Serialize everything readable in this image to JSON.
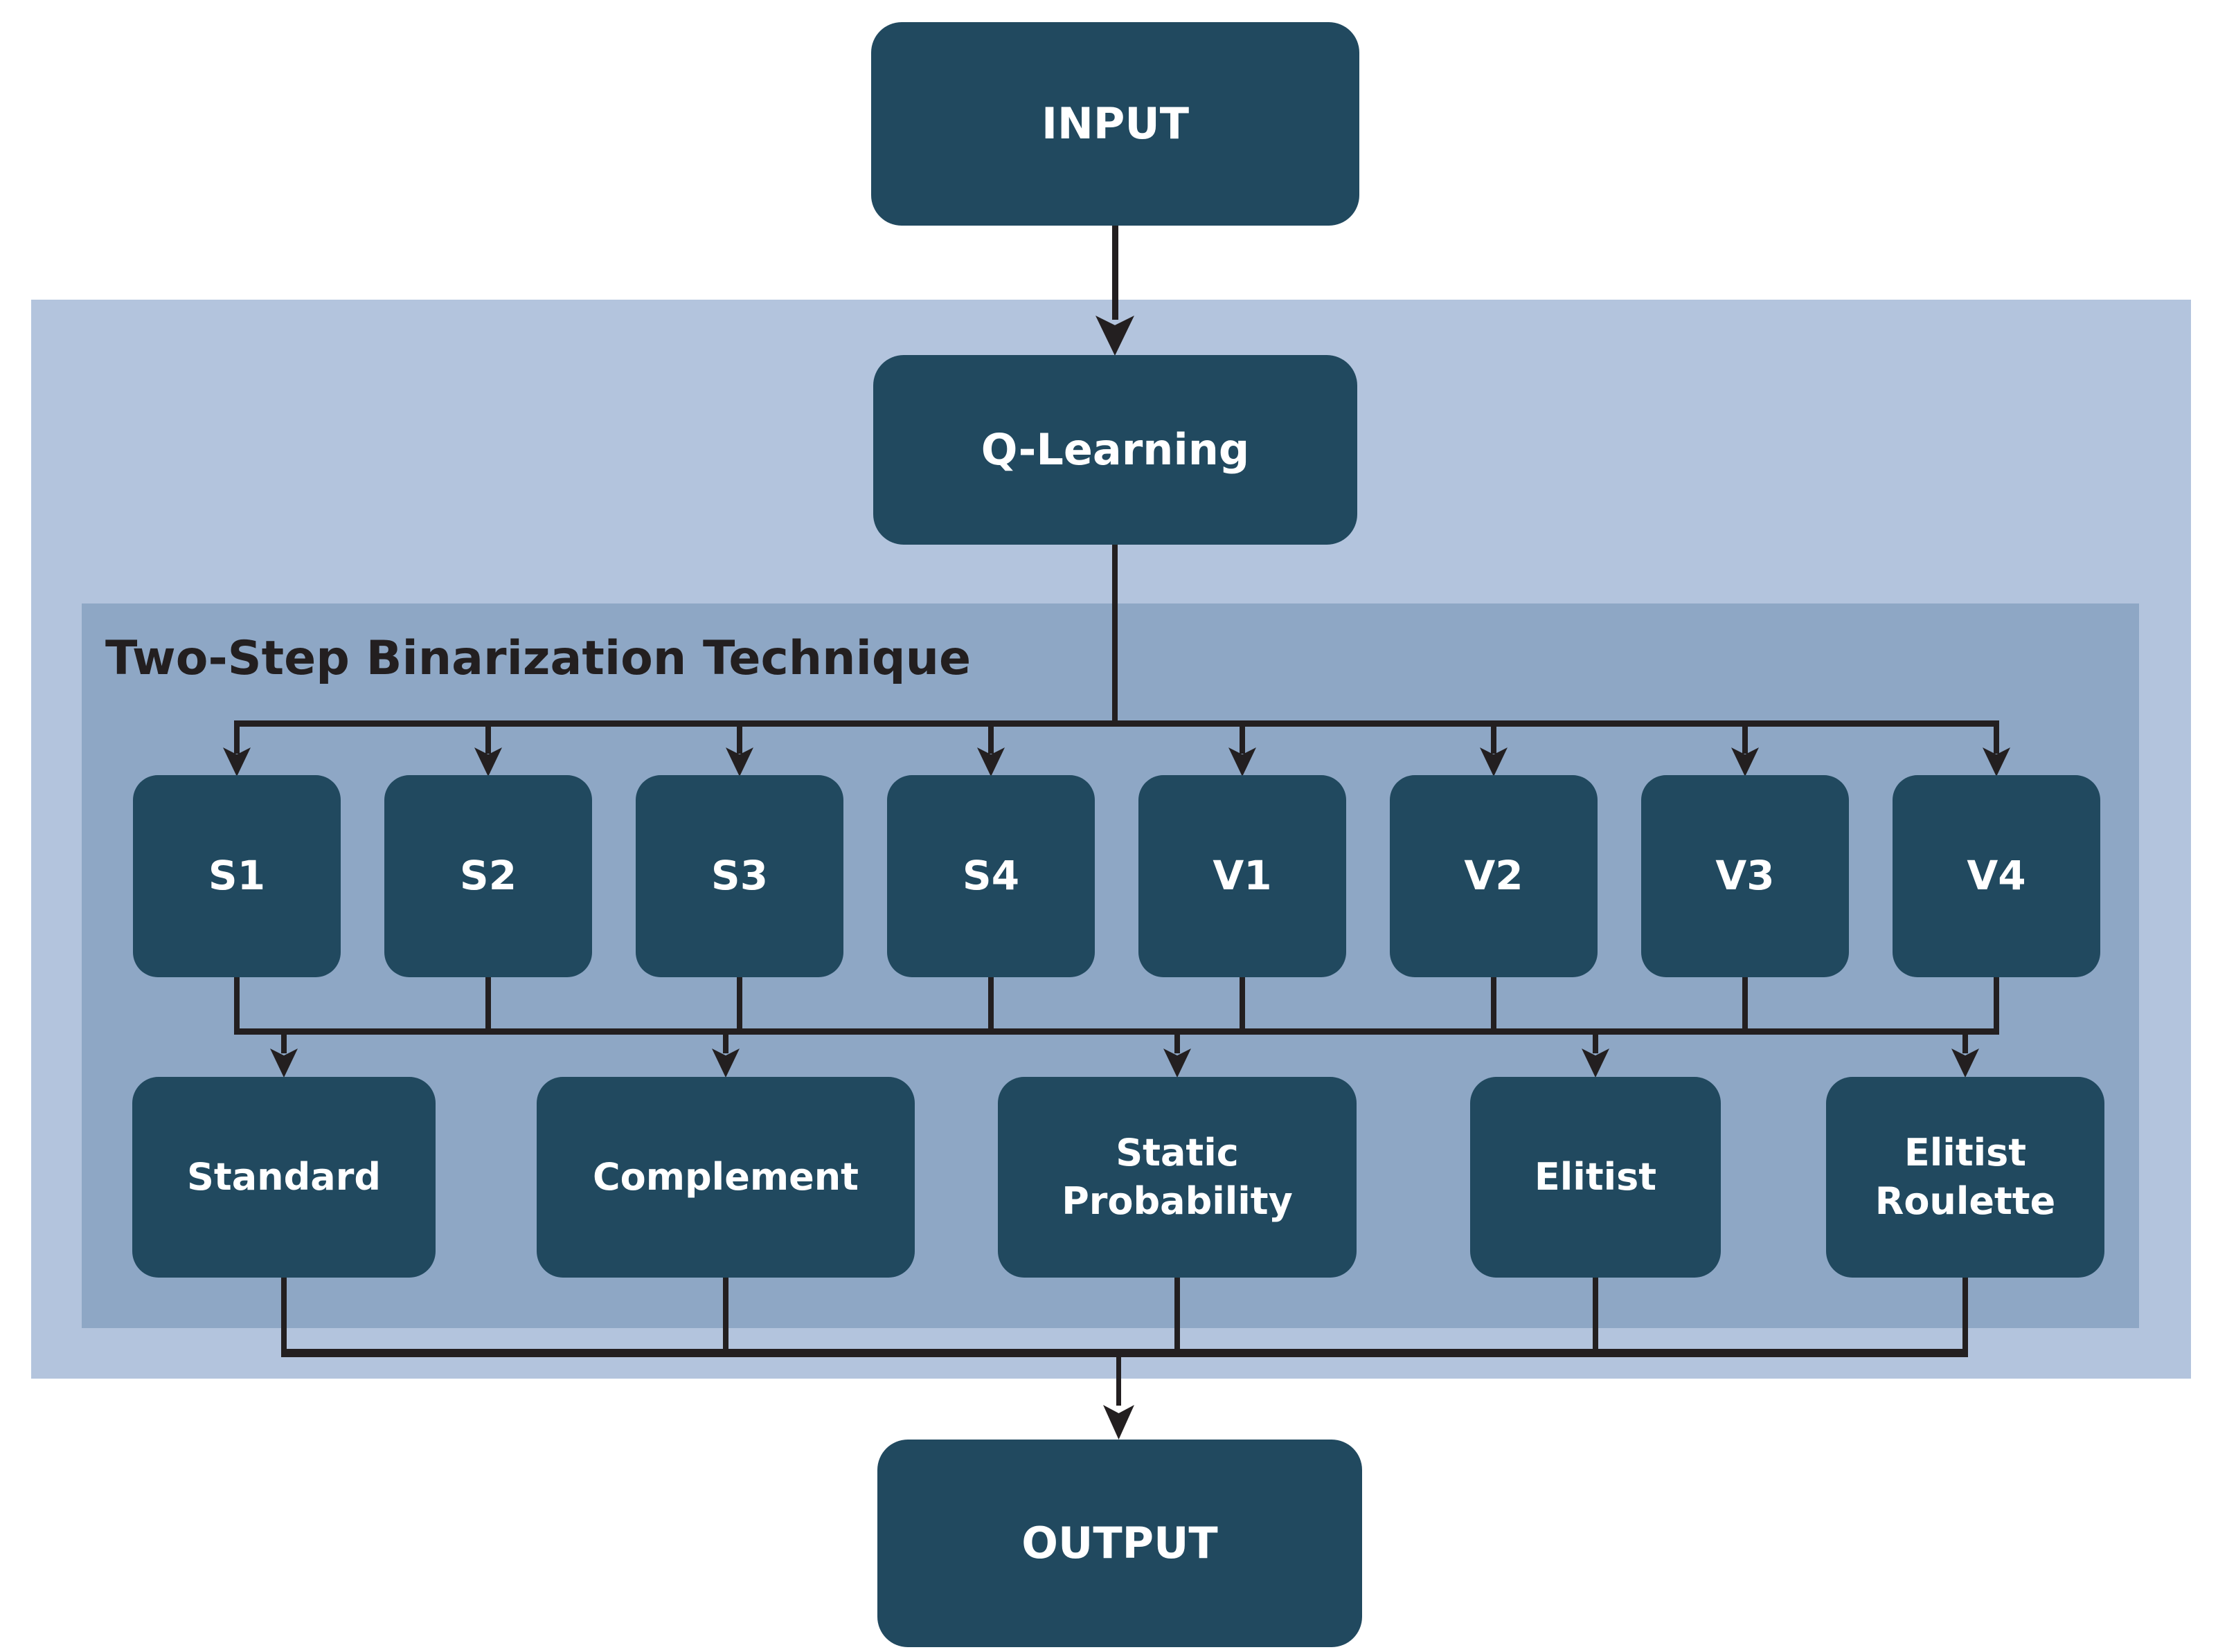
{
  "diagram": {
    "input_label": "INPUT",
    "qlearning_label": "Q-Learning",
    "group_title": "Two-Step Binarization Technique",
    "step1": [
      "S1",
      "S2",
      "S3",
      "S4",
      "V1",
      "V2",
      "V3",
      "V4"
    ],
    "step2": [
      "Standard",
      "Complement",
      "Static Probability",
      "Elitist",
      "Elitist Roulette"
    ],
    "output_label": "OUTPUT"
  },
  "colors": {
    "node-fill": "#21495f",
    "node-text": "#ffffff",
    "outer-panel": "#b3c4dd",
    "inner-panel": "#8ea7c5",
    "line": "#231f20",
    "title-text": "#231f20",
    "background": "#ffffff"
  }
}
